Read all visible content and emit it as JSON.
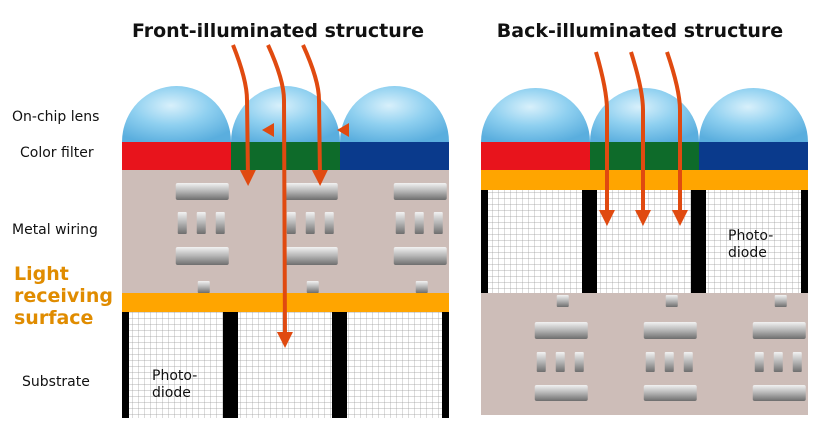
{
  "titles": {
    "front": "Front-illuminated structure",
    "back": "Back-illuminated structure"
  },
  "labels": {
    "lens": "On-chip lens",
    "filter": "Color filter",
    "wiring": "Metal wiring",
    "light_receiving": [
      "Light",
      "receiving",
      "surface"
    ],
    "substrate": "Substrate"
  },
  "photodiode": [
    "Photo-",
    "diode"
  ],
  "colors": {
    "lens": "#7cc4ec",
    "red": "#e8141c",
    "green": "#0e6b2a",
    "blue": "#0a3a8c",
    "orange": "#ffa500",
    "wiring_bg": "#cdbdb8",
    "arrow": "#e04a10",
    "label_orange": "#e08c00"
  }
}
